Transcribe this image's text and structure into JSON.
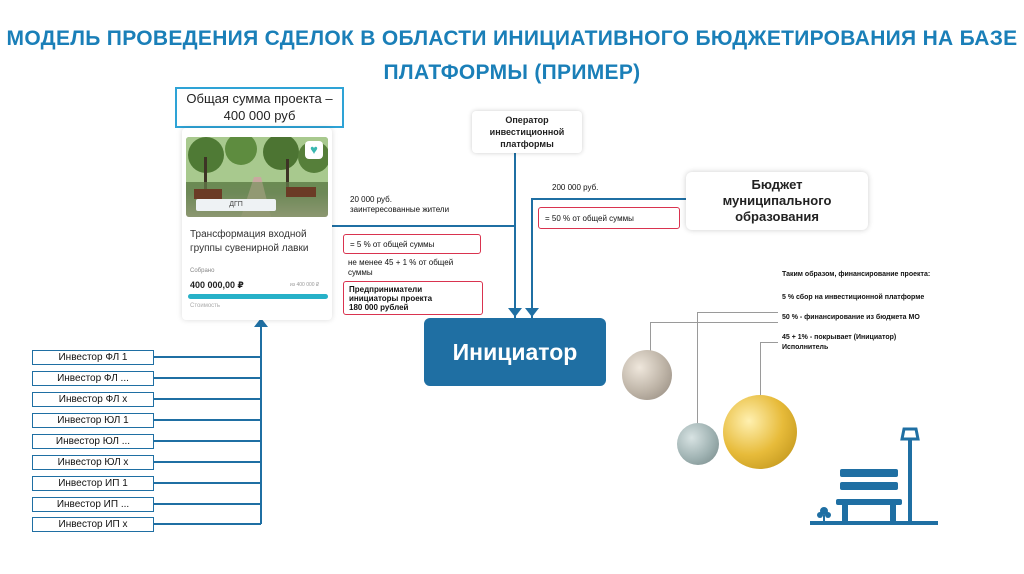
{
  "title": {
    "line1": "МОДЕЛЬ ПРОВЕДЕНИЯ СДЕЛОК В ОБЛАСТИ ИНИЦИАТИВНОГО БЮДЖЕТИРОВАНИЯ НА БАЗЕ",
    "line2": "ПЛАТФОРМЫ (ПРИМЕР)"
  },
  "total_box": {
    "line1": "Общая сумма проекта –",
    "line2": "400 000 руб"
  },
  "card": {
    "photo_tag": "ДГП",
    "title": "Трансформация входной группы сувенирной лавки",
    "collected_label": "Собрано",
    "amount": "400 000,00 ₽",
    "goal_label": "из 400 000 ₽",
    "footer": "Стоимость",
    "progress": 1.0
  },
  "residents": {
    "amount": "20 000 руб.",
    "label": "заинтересованные жители"
  },
  "residents_pct": "= 5 % от общей суммы",
  "initiators_note": "не менее 45 + 1 % от общей суммы",
  "entrepreneurs": {
    "line1": "Предприниматели",
    "line2": "инициаторы проекта",
    "line3": "180 000 рублей"
  },
  "operator": {
    "line1": "Оператор",
    "line2": "инвестиционной",
    "line3": "платформы"
  },
  "budget_amount": "200 000 руб.",
  "budget_pct": "= 50 % от общей суммы",
  "budget": {
    "line1": "Бюджет",
    "line2": "муниципального",
    "line3": "образования"
  },
  "initiator": "Инициатор",
  "investors": [
    "Инвестор ФЛ 1",
    "Инвестор ФЛ ...",
    "Инвестор ФЛ х",
    "Инвестор ЮЛ 1",
    "Инвестор ЮЛ ...",
    "Инвестор ЮЛ х",
    "Инвестор ИП 1",
    "Инвестор ИП ...",
    "Инвестор ИП х"
  ],
  "financing": {
    "heading": "Таким образом, финансирование проекта:",
    "item1": "5 % сбор на инвестиционной платформе",
    "item2": "50 % - финансирование из бюджета МО",
    "item3a": "45 + 1% - покрывает (Инициатор)",
    "item3b": "Исполнитель"
  },
  "colors": {
    "accent": "#1a7fb8",
    "dark_blue": "#1f6fa3",
    "red_border": "#d9334f"
  },
  "icons": [
    "heart-icon",
    "bench-icon",
    "lamp-icon",
    "flower-icon",
    "coin-icon"
  ]
}
